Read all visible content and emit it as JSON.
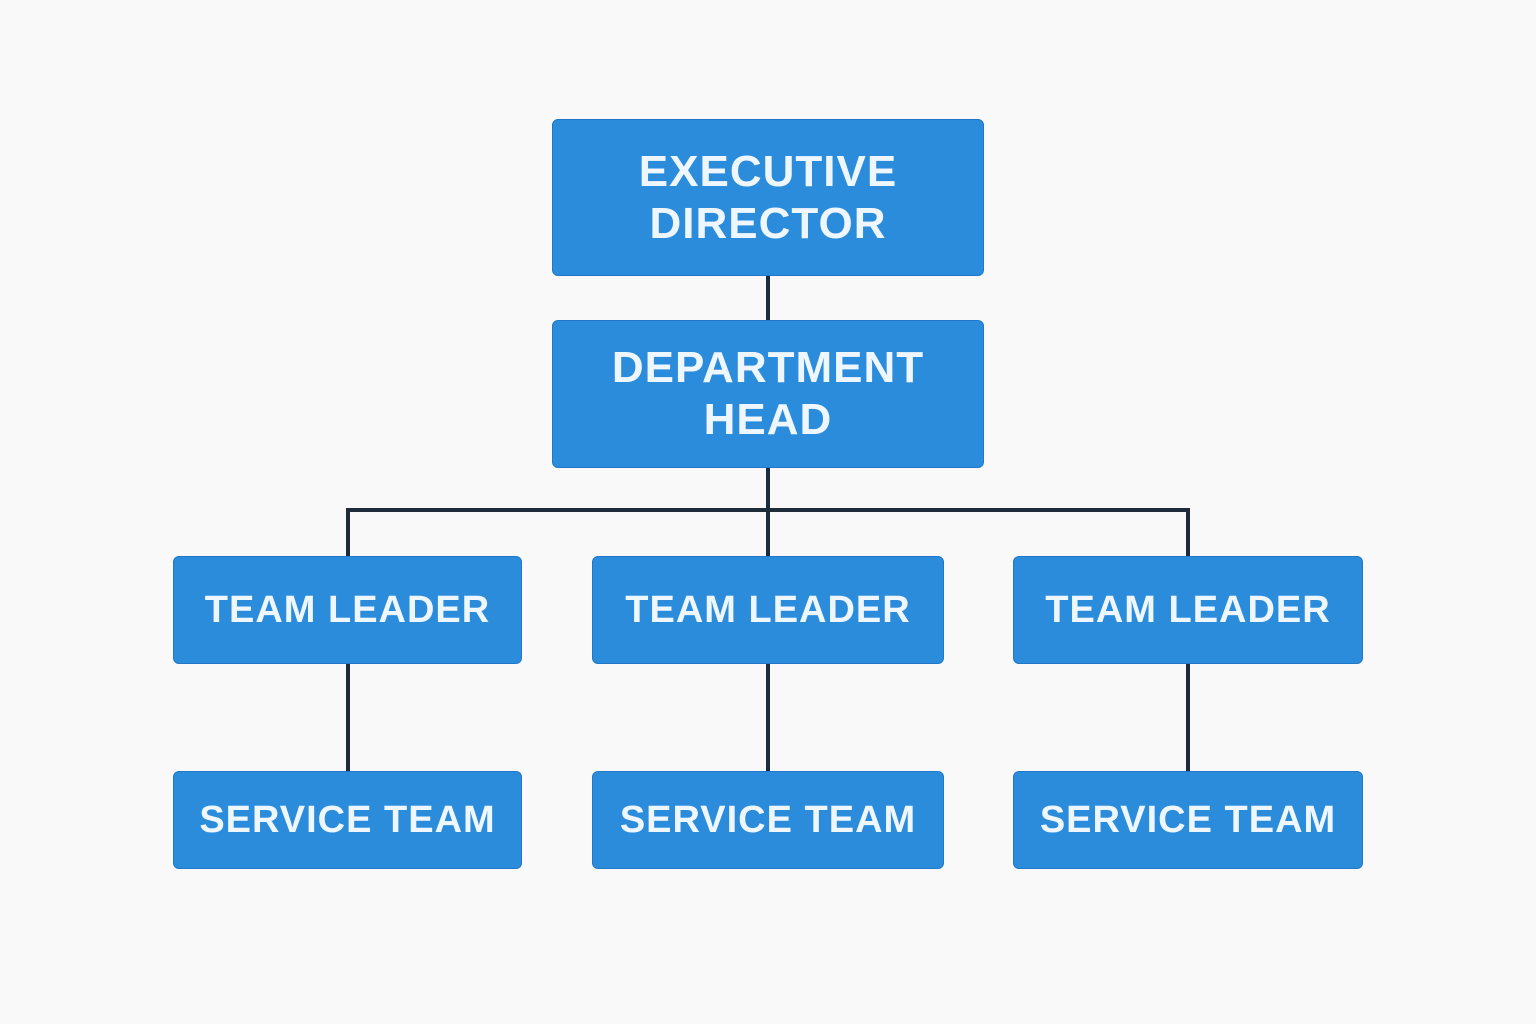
{
  "org_chart": {
    "executive": {
      "label": "EXECUTIVE\nDIRECTOR"
    },
    "department": {
      "label": "DEPARTMENT\nHEAD"
    },
    "team_leaders": [
      {
        "label": "TEAM LEADER"
      },
      {
        "label": "TEAM LEADER"
      },
      {
        "label": "TEAM LEADER"
      }
    ],
    "service_teams": [
      {
        "label": "SERVICE TEAM"
      },
      {
        "label": "SERVICE TEAM"
      },
      {
        "label": "SERVICE TEAM"
      }
    ]
  },
  "colors": {
    "background": "#f9f9f9",
    "node_fill": "#2b8cdb",
    "node_text": "#eef6ff",
    "connector": "#1f2a3a"
  }
}
